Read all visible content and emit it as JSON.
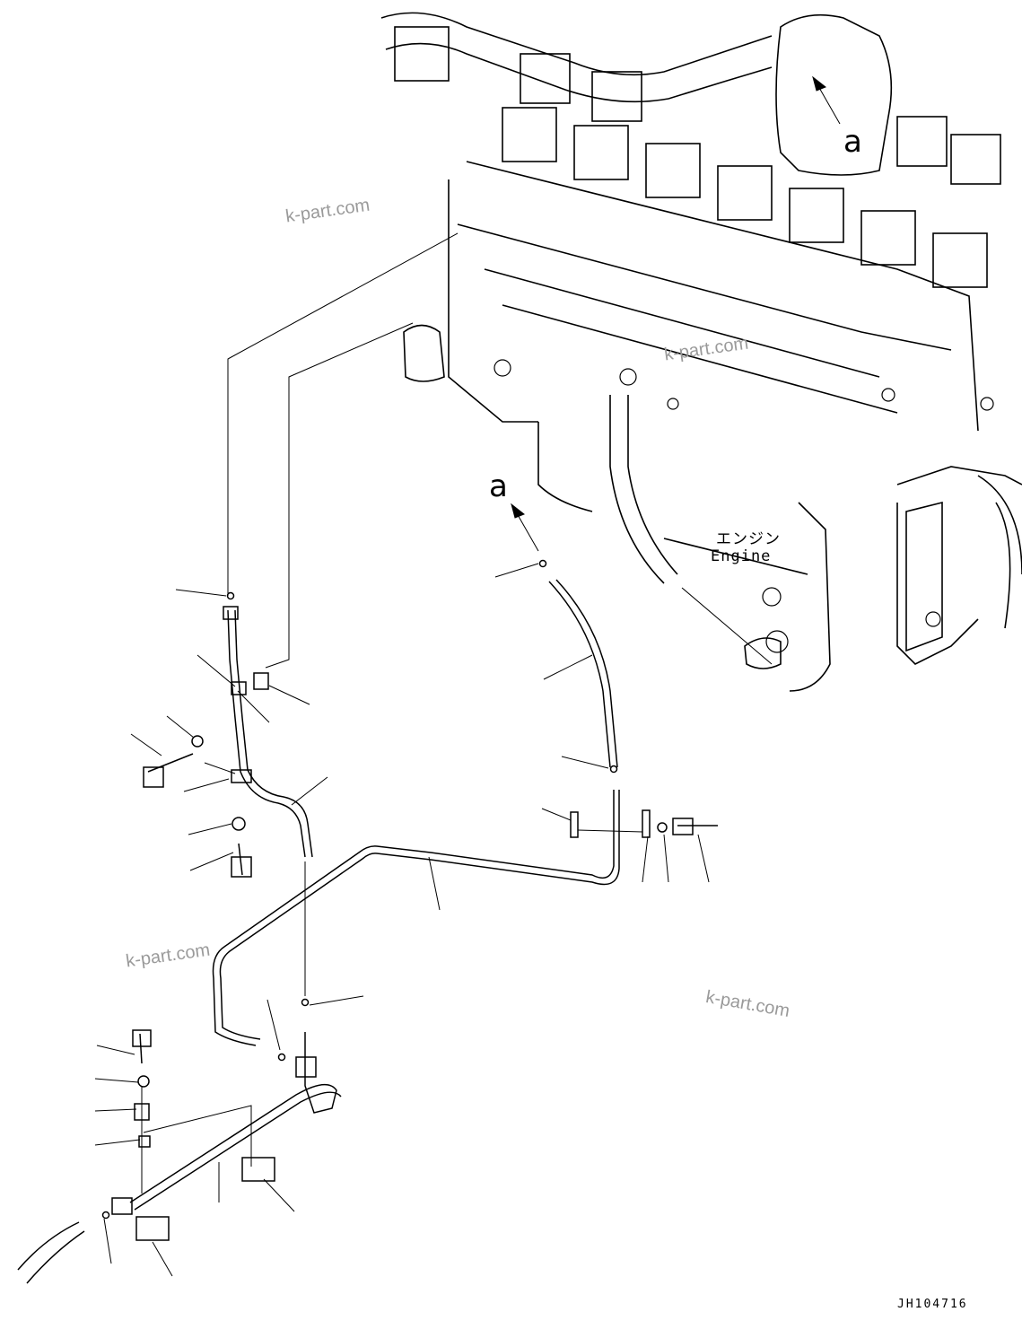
{
  "labels": {
    "view_marker_top": "a",
    "view_marker_mid": "a",
    "engine_jp": "エンジン",
    "engine_en": "Engine",
    "drawing_code": "JH104716"
  },
  "watermarks": [
    "k-part.com",
    "k-part.com",
    "k-part.com",
    "k-part.com"
  ],
  "colors": {
    "line": "#000000",
    "watermark": "#9a9a9a",
    "background": "#ffffff"
  }
}
